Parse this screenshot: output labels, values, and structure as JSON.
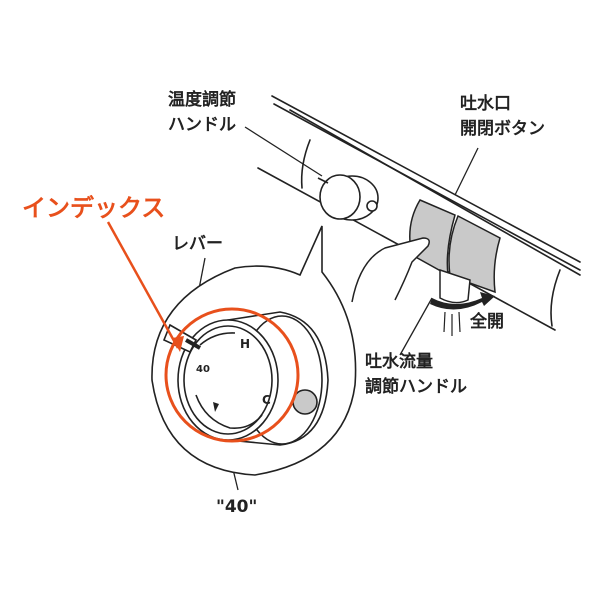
{
  "labels": {
    "temp_handle": [
      "温度調節",
      "ハンドル"
    ],
    "outlet_button": [
      "吐水口",
      "開閉ボタン"
    ],
    "index": "インデックス",
    "lever": "レバー",
    "full_open": "全開",
    "flow_handle": [
      "吐水流量",
      "調節ハンドル"
    ],
    "forty_callout": "\"40\""
  },
  "dial": {
    "hot": "H",
    "cold": "C",
    "temp_mark": "40"
  },
  "colors": {
    "accent": "#e8501c",
    "line": "#222222",
    "button_fill": "#c9c9c9"
  }
}
